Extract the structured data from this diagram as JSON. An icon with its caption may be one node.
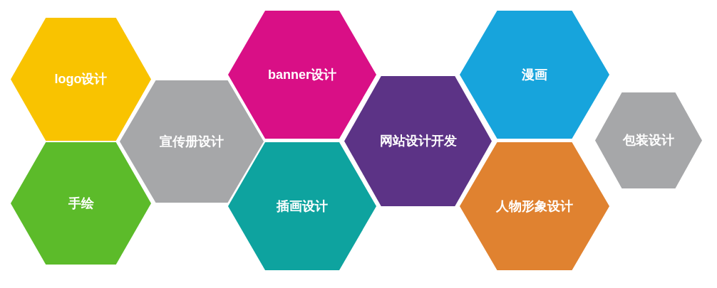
{
  "diagram": {
    "nodes": [
      {
        "text": [
          "logo设计"
        ]
      },
      {
        "text": [
          "banner设计"
        ]
      },
      {
        "text": [
          "漫画"
        ]
      },
      {
        "text": [
          "宣传册设计"
        ]
      },
      {
        "text": [
          "网站设计开发"
        ]
      },
      {
        "text": [
          "包装设计"
        ]
      },
      {
        "text": [
          "手绘"
        ]
      },
      {
        "text": [
          "插画设计"
        ]
      },
      {
        "text": [
          "人物形象设计"
        ]
      }
    ]
  }
}
